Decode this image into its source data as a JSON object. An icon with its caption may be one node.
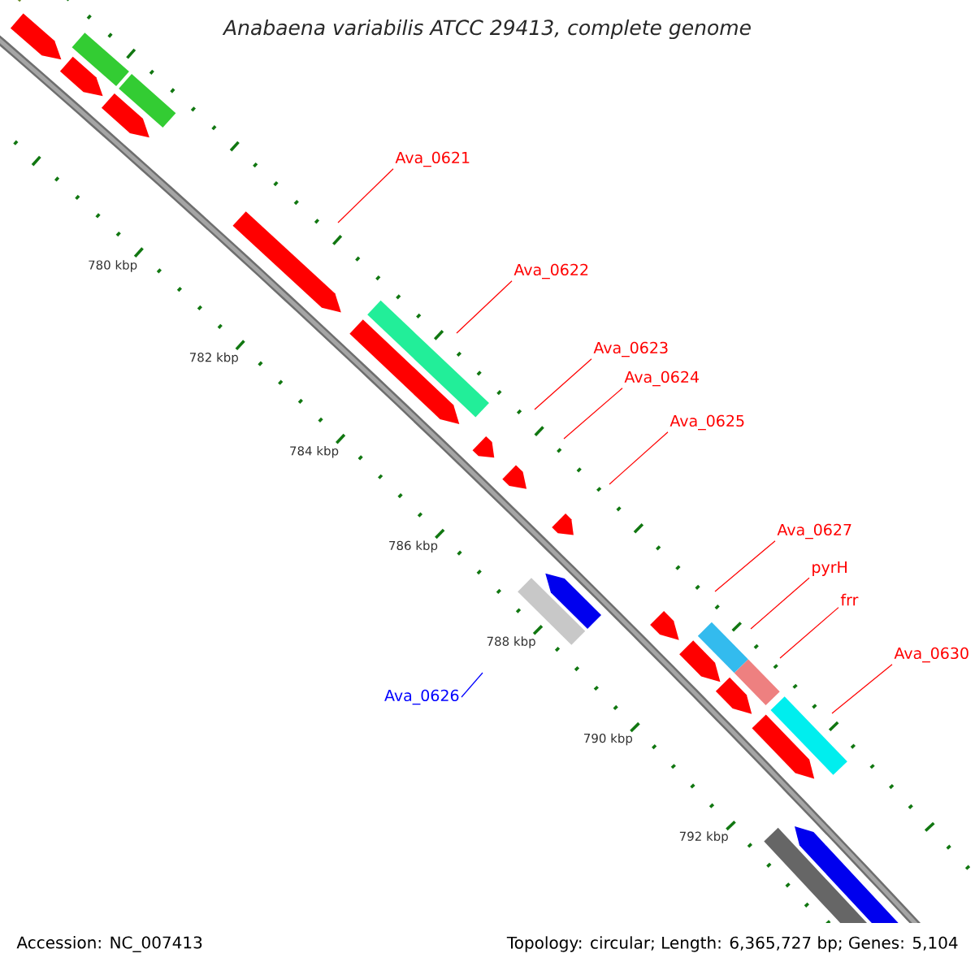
{
  "diagram": {
    "title": "Anabaena variabilis ATCC 29413, complete genome",
    "nodes": [
      {
        "text": [
          "Ava_0621"
        ]
      },
      {
        "text": [
          "Ava_0622"
        ]
      },
      {
        "text": [
          "Ava_0623"
        ]
      },
      {
        "text": [
          "Ava_0624"
        ]
      },
      {
        "text": [
          "Ava_0625"
        ]
      },
      {
        "text": [
          "Ava_0627"
        ]
      },
      {
        "text": [
          "pyrH"
        ]
      },
      {
        "text": [
          "frr"
        ]
      },
      {
        "text": [
          "Ava_0630"
        ]
      },
      {
        "text": [
          "Ava_0626"
        ]
      }
    ],
    "edges": [
      {
        "from": 0,
        "to": null,
        "arrow": "none"
      },
      {
        "from": 1,
        "to": null,
        "arrow": "none"
      },
      {
        "from": 2,
        "to": null,
        "arrow": "none"
      },
      {
        "from": 3,
        "to": null,
        "arrow": "none"
      },
      {
        "from": 4,
        "to": null,
        "arrow": "none"
      },
      {
        "from": 5,
        "to": null,
        "arrow": "none"
      },
      {
        "from": 6,
        "to": null,
        "arrow": "none"
      },
      {
        "from": 7,
        "to": null,
        "arrow": "none"
      },
      {
        "from": 8,
        "to": null,
        "arrow": "none"
      },
      {
        "from": 9,
        "to": null,
        "arrow": "none",
        "color": "#0000ff"
      }
    ],
    "labels": [
      "780 kbp",
      "782 kbp",
      "784 kbp",
      "786 kbp",
      "788 kbp",
      "790 kbp",
      "792 kbp",
      "Accession: NC_007413",
      "Topology: circular; Length: 6,365,727 bp; Genes: 5,104"
    ]
  }
}
